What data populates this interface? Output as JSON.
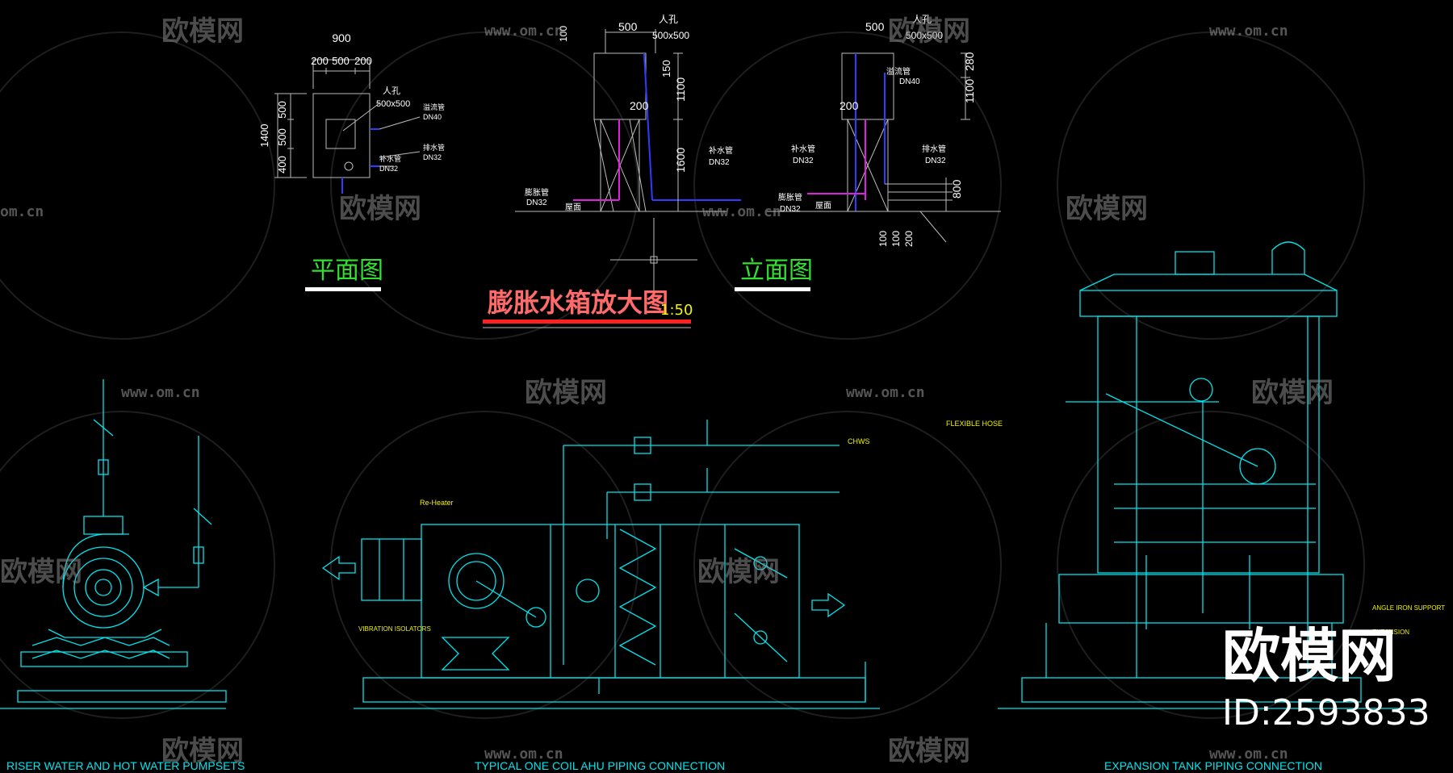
{
  "plan_label": "平面图",
  "elevation_label": "立面图",
  "main_title": "膨胀水箱放大图",
  "main_scale": "1:50",
  "dims": {
    "w900": "900",
    "w200a": "200",
    "w500": "500",
    "w200b": "200",
    "h1400": "1400",
    "h500a": "500",
    "h500b": "500",
    "h400": "400",
    "e500": "500",
    "e100": "100",
    "e150": "150",
    "e1100": "1100",
    "e1600": "1600",
    "e200": "200",
    "r500": "500",
    "r280": "280",
    "r1100": "1100",
    "r200": "200",
    "r800": "800",
    "r100a": "100",
    "r100b": "100",
    "r200b": "200"
  },
  "notes": {
    "manhole": "人孔",
    "manhole_size": "500x500",
    "overflow": "溢流管",
    "dn40": "DN40",
    "drain": "排水管",
    "dn32a": "DN32",
    "makeup": "补水管",
    "dn32b": "DN32",
    "expansion": "膨胀管",
    "dn32c": "DN32",
    "roof": "屋面"
  },
  "ahu_notes": {
    "reheater": "Re-Heater",
    "vibration": "VIBRATION ISOLATORS",
    "chws": "CHWS",
    "flexible_hose": "FLEXIBLE HOSE",
    "angle_iron": "ANGLE IRON SUPPORT",
    "expansion_note": "EXPANSION"
  },
  "bottom_titles": {
    "pumps": "RISER WATER AND HOT WATER PUMPSETS",
    "ahu": "TYPICAL ONE COIL AHU PIPING CONNECTION",
    "tank": "EXPANSION TANK PIPING CONNECTION"
  },
  "watermarks": {
    "brand": "欧模网",
    "url": "www.om.cn",
    "url_short": "om.cn",
    "id": "ID:2593833"
  },
  "colors": {
    "line": "#00e5ee",
    "accent_title": "#ff6a6a",
    "label_green": "#32e032",
    "pipe_blue": "#2f3cff",
    "pipe_magenta": "#e020e0"
  }
}
